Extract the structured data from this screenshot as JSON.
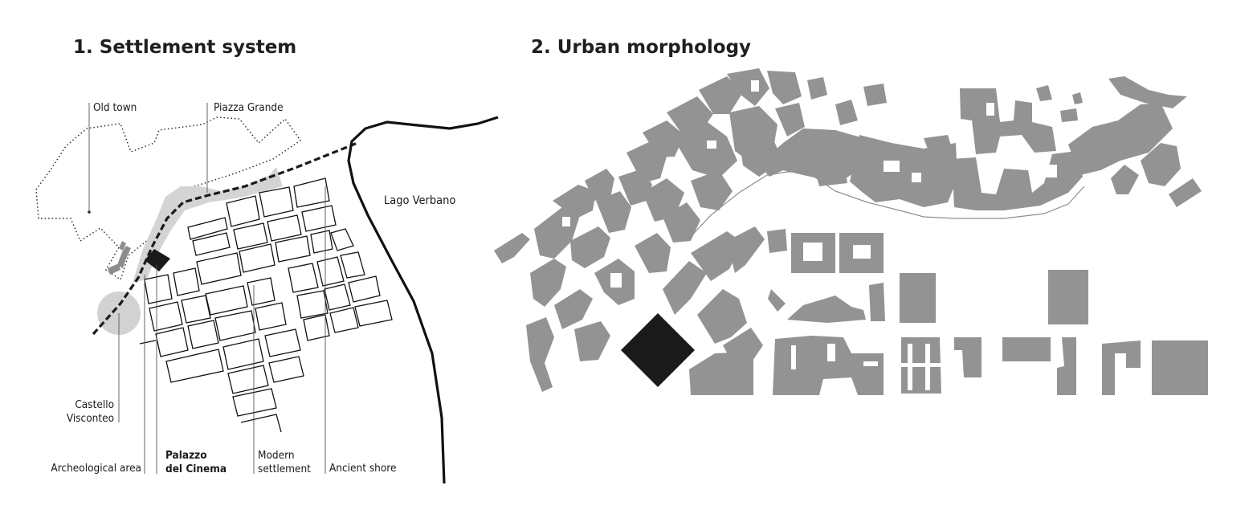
{
  "panels": [
    {
      "title": "1. Settlement system"
    },
    {
      "title": "2. Urban morphology"
    }
  ],
  "map1": {
    "lake_label": "Lago Verbano",
    "labels": {
      "old_town": "Old town",
      "piazza_grande": "Piazza Grande",
      "castello_line1": "Castello",
      "castello_line2": "Visconteo",
      "archeological_area": "Archeological area",
      "palazzo_line1": "Palazzo",
      "palazzo_line2": "del Cinema",
      "modern_line1": "Modern",
      "modern_line2": "settlement",
      "ancient_shore": "Ancient shore"
    }
  },
  "colors": {
    "building_gray": "#939393",
    "palazzo_black": "#1a1a1a",
    "piazza_fill": "#d4d4d4",
    "castello_fill": "#d2d2d2"
  }
}
